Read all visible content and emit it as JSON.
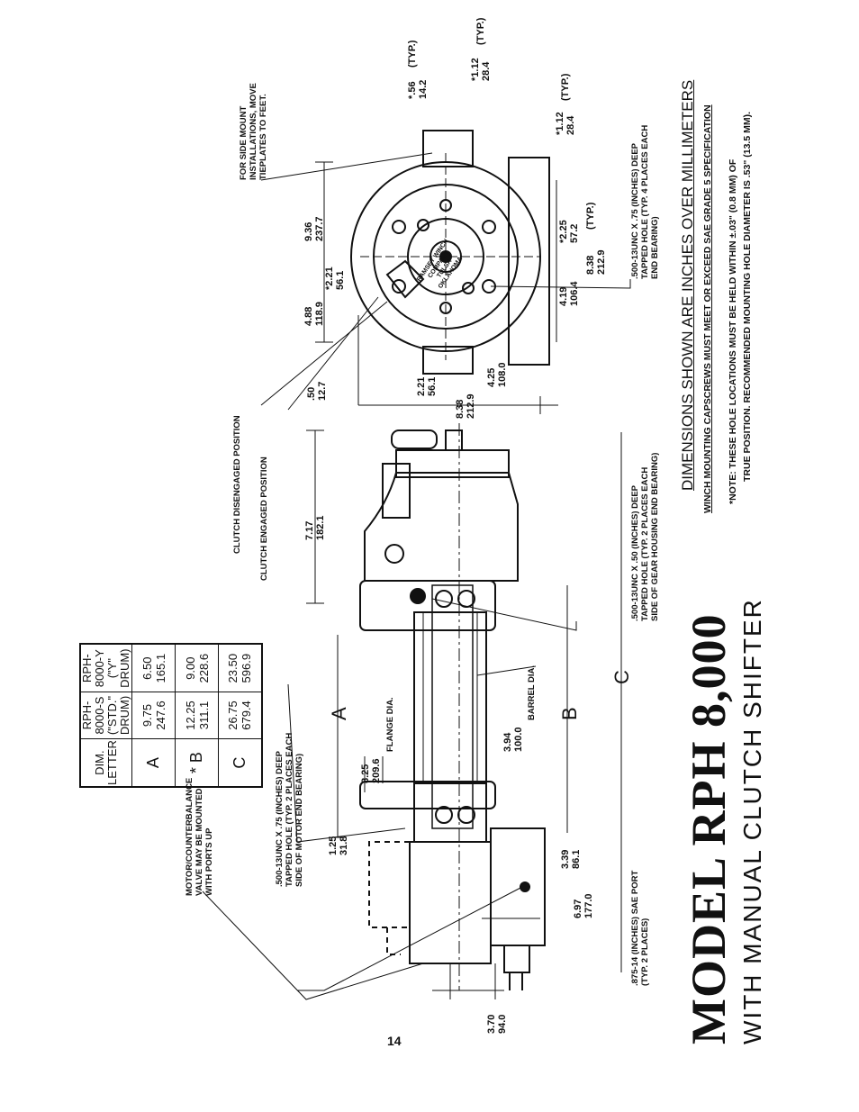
{
  "title": {
    "main": "MODEL RPH 8,000",
    "sub": "WITH MANUAL CLUTCH SHIFTER"
  },
  "dimensions_note": {
    "heading": "DIMENSIONS SHOWN ARE INCHES OVER MILLIMETERS",
    "capscrews": "WINCH MOUNTING CAPSCREWS MUST MEET OR EXCEED SAE GRADE 5 SPECIFICATION",
    "note_line1": "*NOTE: THESE HOLE LOCATIONS MUST BE HELD WITHIN ±.03\" (0.8 MM) OF",
    "note_line2": "TRUE POSITION. RECOMMENDED MOUNTING HOLE DIAMETER IS .53\" (13.5 MM)."
  },
  "table": {
    "headers": [
      "DIM. LETTER",
      "RPH-8000-S (\"STD.\" DRUM)",
      "RPH-8000-Y (\"Y\" DRUM)"
    ],
    "rows": [
      {
        "letter": "A",
        "s_in": "9.75",
        "s_mm": "247.6",
        "y_in": "6.50",
        "y_mm": "165.1"
      },
      {
        "letter": "* B",
        "s_in": "12.25",
        "s_mm": "311.1",
        "y_in": "9.00",
        "y_mm": "228.6"
      },
      {
        "letter": "C",
        "s_in": "26.75",
        "s_mm": "679.4",
        "y_in": "23.50",
        "y_mm": "596.9"
      }
    ]
  },
  "callouts": {
    "motor_valve": [
      "MOTOR/COUNTERBALANCE",
      "VALVE MAY BE MOUNTED",
      "WITH PORTS UP"
    ],
    "tapped_motor": [
      ".500-13UNC X .75 (INCHES) DEEP",
      "TAPPED HOLE (TYP. 2 PLACES EACH",
      "SIDE OF MOTOR END BEARING)"
    ],
    "sae_port": [
      ".875-14 (INCHES) SAE PORT",
      "(TYP. 2 PLACES)"
    ],
    "tapped_gear": [
      ".500-13UNC X .50 (INCHES) DEEP",
      "TAPPED HOLE (TYP. 2 PLACES EACH",
      "SIDE OF GEAR HOUSING END BEARING)"
    ],
    "clutch_disengaged": "CLUTCH DISENGAGED POSITION",
    "clutch_engaged": "CLUTCH ENGAGED POSITION",
    "side_mount": [
      "FOR SIDE MOUNT",
      "INSTALLATIONS, MOVE",
      "TIEPLATES TO FEET."
    ],
    "tapped_end": [
      ".500-13UNC X .75 (INCHES) DEEP",
      "TAPPED HOLE (TYP. 4 PLACES EACH",
      "END BEARING)"
    ],
    "flange_dia": "FLANGE DIA.",
    "barrel_dia": "BARREL DIA.",
    "letter_a": "A",
    "letter_b": "B",
    "letter_c": "C",
    "badge": [
      "RAMSEY WINCH",
      "COMPANY",
      "TULSA",
      "OKLAHOMA"
    ]
  },
  "dims": {
    "d125": [
      "1.25",
      "31.8"
    ],
    "d825": [
      "8.25",
      "209.6"
    ],
    "d394": [
      "3.94",
      "100.0"
    ],
    "d339": [
      "3.39",
      "86.1"
    ],
    "d697": [
      "6.97",
      "177.0"
    ],
    "d370": [
      "3.70",
      "94.0"
    ],
    "d717": [
      "7.17",
      "182.1"
    ],
    "d050": [
      ".50",
      "12.7"
    ],
    "d221a": [
      "2.21",
      "56.1"
    ],
    "d838a": [
      "8.38",
      "212.9"
    ],
    "d425": [
      "4.25",
      "108.0"
    ],
    "d488": [
      "4.88",
      "118.9"
    ],
    "d221b": [
      "*2.21",
      "56.1"
    ],
    "d936": [
      "9.36",
      "237.7"
    ],
    "d419": [
      "4.19",
      "106.4"
    ],
    "d225": [
      "*2.25",
      "57.2"
    ],
    "d838b": [
      "8.38",
      "212.9"
    ],
    "typ": "(TYP.)",
    "d056": [
      "*.56",
      "14.2"
    ],
    "d112a": [
      "*1.12",
      "28.4"
    ],
    "d112b": [
      "*1.12",
      "28.4"
    ]
  },
  "page_number": "14"
}
